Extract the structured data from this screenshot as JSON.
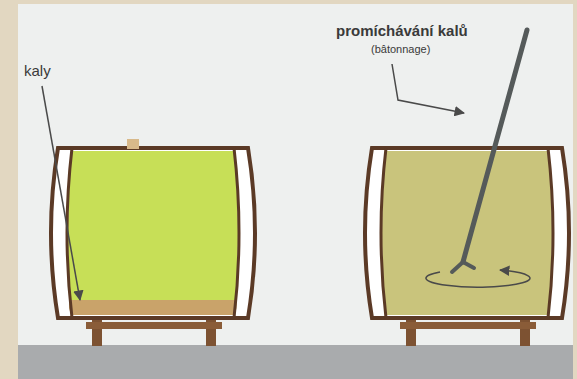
{
  "diagram": {
    "labels": [
      "kaly",
      "promíchávání kalů",
      "(bâtonnage)"
    ]
  }
}
